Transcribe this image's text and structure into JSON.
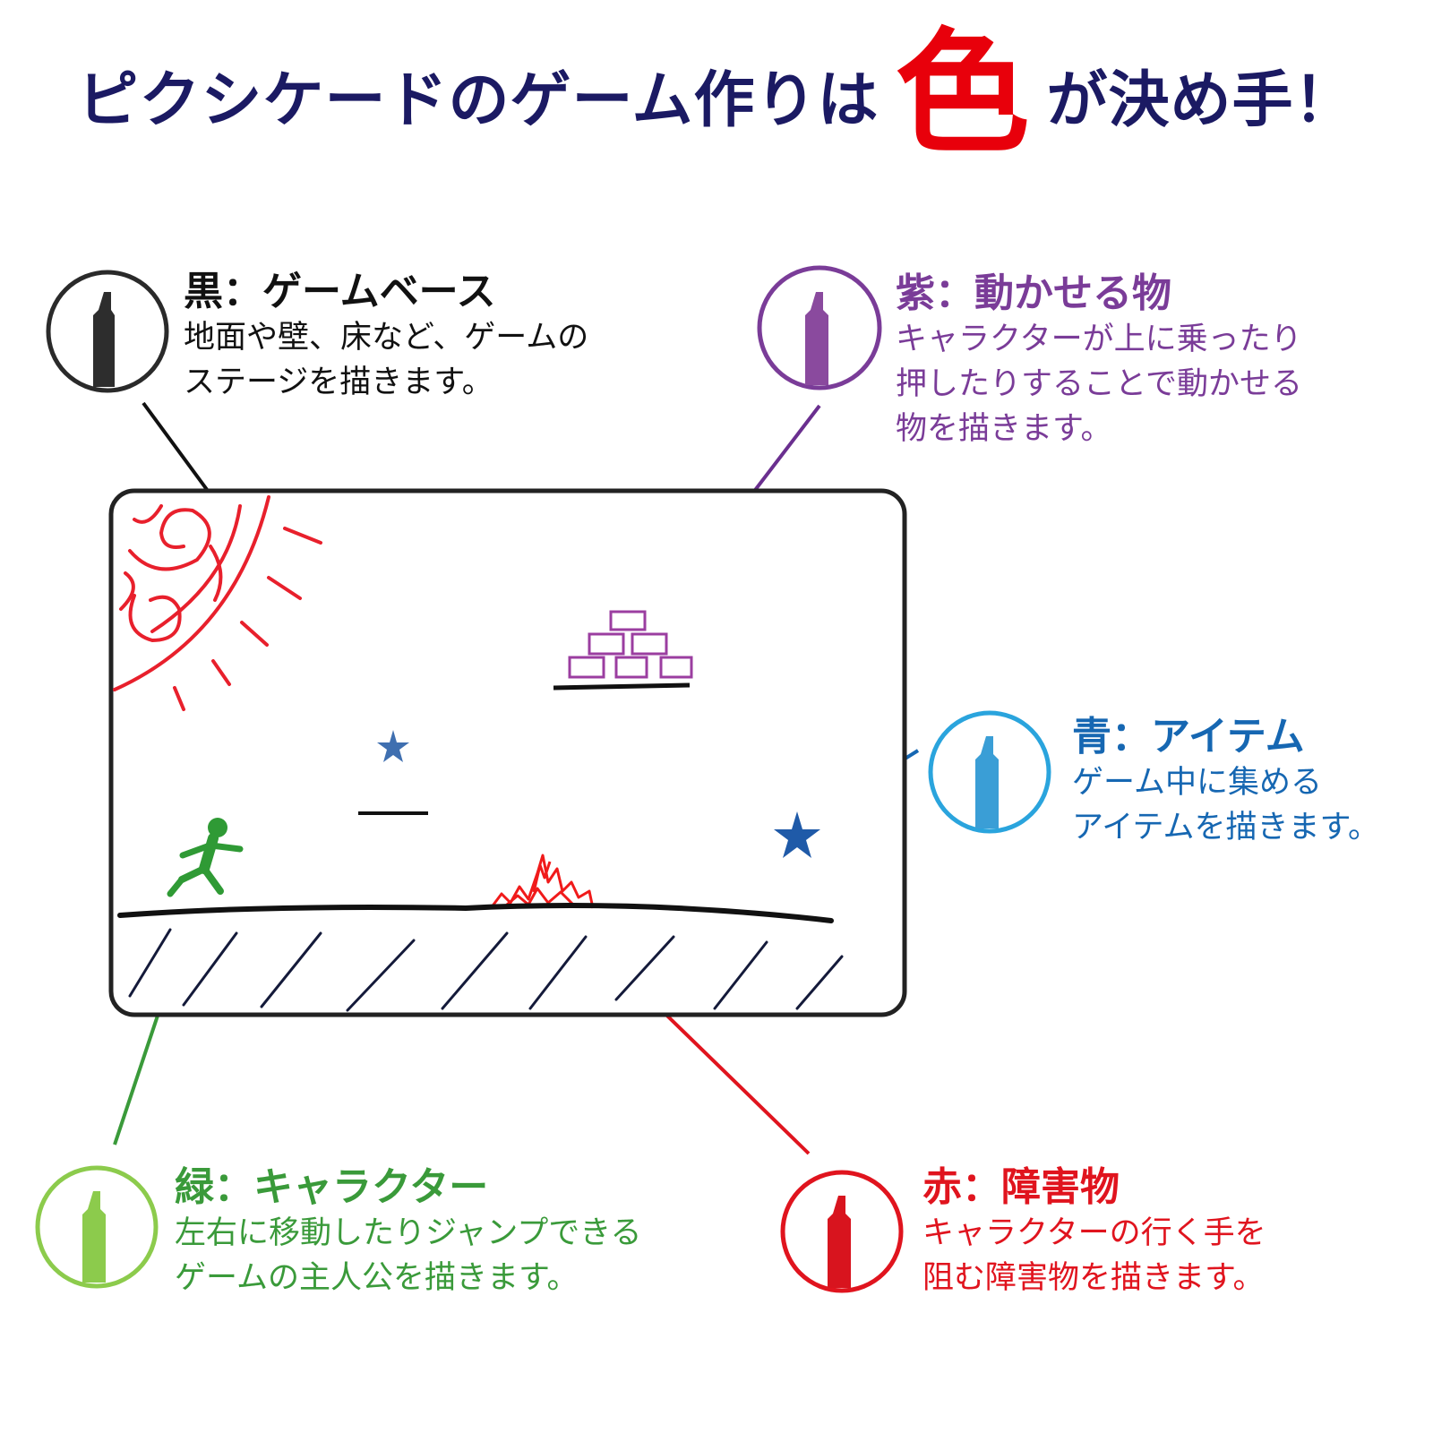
{
  "title": {
    "before": "ピクシケードのゲーム作りは",
    "accent": "色",
    "after": "が決め手！"
  },
  "colors": {
    "title": "#1b1a63",
    "accent": "#e8000b",
    "black": "#111111",
    "purple": "#7a3c98",
    "blue": "#1667b2",
    "green": "#3a9a3a",
    "red": "#e0141e"
  },
  "legend": [
    {
      "key": "black",
      "title": "黒：ゲームベース",
      "lines": [
        "地面や壁、床など、ゲームの",
        "ステージを描きます。"
      ]
    },
    {
      "key": "purple",
      "title": "紫：動かせる物",
      "lines": [
        "キャラクターが上に乗ったり",
        "押したりすることで動かせる",
        "物を描きます。"
      ]
    },
    {
      "key": "blue",
      "title": "青：アイテム",
      "lines": [
        "ゲーム中に集める",
        "アイテムを描きます。"
      ]
    },
    {
      "key": "green",
      "title": "緑：キャラクター",
      "lines": [
        "左右に移動したりジャンプできる",
        "ゲームの主人公を描きます。"
      ]
    },
    {
      "key": "red",
      "title": "赤：障害物",
      "lines": [
        "キャラクターの行く手を",
        "阻む障害物を描きます。"
      ]
    }
  ],
  "icons": [
    "marker-pen-icon",
    "sun-icon",
    "star-icon",
    "runner-icon",
    "fire-icon",
    "brick-stack-icon"
  ]
}
